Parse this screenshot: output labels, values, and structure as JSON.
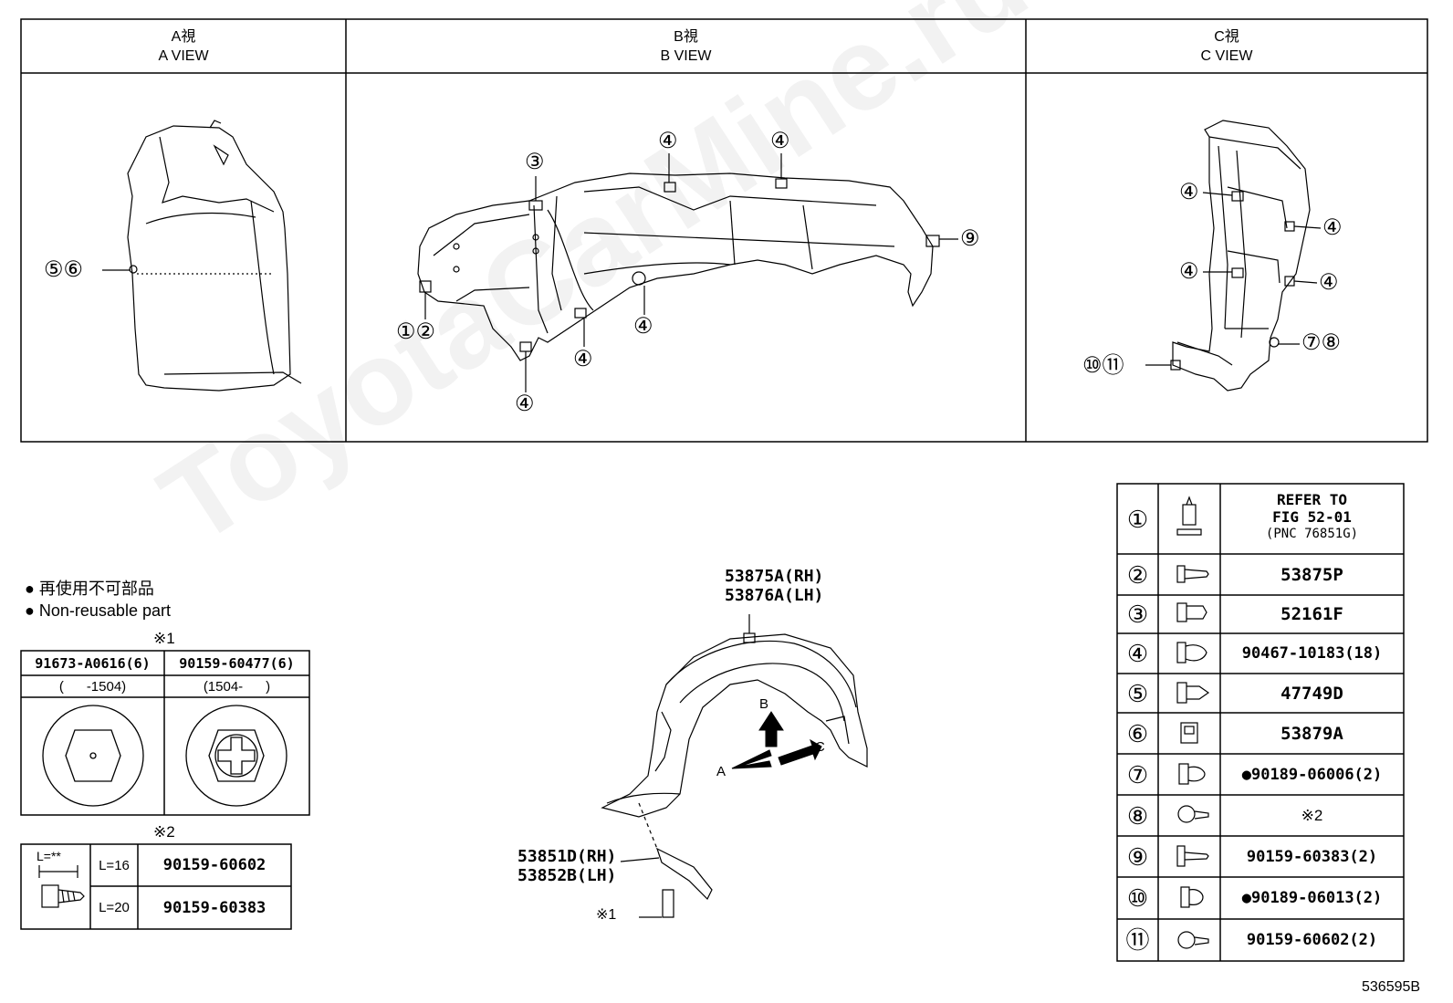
{
  "views": {
    "a": {
      "title_jp": "A視",
      "title_en": "A VIEW"
    },
    "b": {
      "title_jp": "B視",
      "title_en": "B VIEW"
    },
    "c": {
      "title_jp": "C視",
      "title_en": "C VIEW"
    }
  },
  "callouts": {
    "a_56": "⑤⑥",
    "b_3": "③",
    "b_4a": "④",
    "b_4b": "④",
    "b_9": "⑨",
    "b_12": "①②",
    "b_4c": "④",
    "b_4d": "④",
    "b_4e": "④",
    "c_4a": "④",
    "c_4b": "④",
    "c_4c": "④",
    "c_4d": "④",
    "c_78": "⑦⑧",
    "c_1011": "⑩⑪"
  },
  "legend": {
    "nonreusable_jp": "再使用不可部品",
    "nonreusable_en": "Non-reusable part",
    "bullet": "●"
  },
  "note1": {
    "mark": "※1",
    "col1_part": "91673-A0616(6)",
    "col2_part": "90159-60477(6)",
    "col1_range": "(      -1504)",
    "col2_range": "(1504-      )"
  },
  "note2": {
    "mark": "※2",
    "length_label": "L=**",
    "rows": [
      {
        "length": "L=16",
        "part": "90159-60602"
      },
      {
        "length": "L=20",
        "part": "90159-60383"
      }
    ]
  },
  "main_parts": {
    "liner_rh": "53875A(RH)",
    "liner_lh": "53876A(LH)",
    "shield_rh": "53851D(RH)",
    "shield_lh": "53852B(LH)",
    "bolt_mark": "※1",
    "arrow_a": "A",
    "arrow_b": "B",
    "arrow_c": "C"
  },
  "fastener_table": [
    {
      "num": "①",
      "part_lines": [
        "REFER TO",
        "FIG 52-01",
        "(PNC 76851G)"
      ]
    },
    {
      "num": "②",
      "part": "53875P"
    },
    {
      "num": "③",
      "part": "52161F"
    },
    {
      "num": "④",
      "part": "90467-10183(18)"
    },
    {
      "num": "⑤",
      "part": "47749D"
    },
    {
      "num": "⑥",
      "part": "53879A"
    },
    {
      "num": "⑦",
      "part": "●90189-06006(2)"
    },
    {
      "num": "⑧",
      "part": "※2"
    },
    {
      "num": "⑨",
      "part": "90159-60383(2)"
    },
    {
      "num": "⑩",
      "part": "●90189-06013(2)"
    },
    {
      "num": "⑪",
      "part": "90159-60602(2)"
    }
  ],
  "watermark": "ToyotaCarMine.ru",
  "figure_id": "536595B"
}
